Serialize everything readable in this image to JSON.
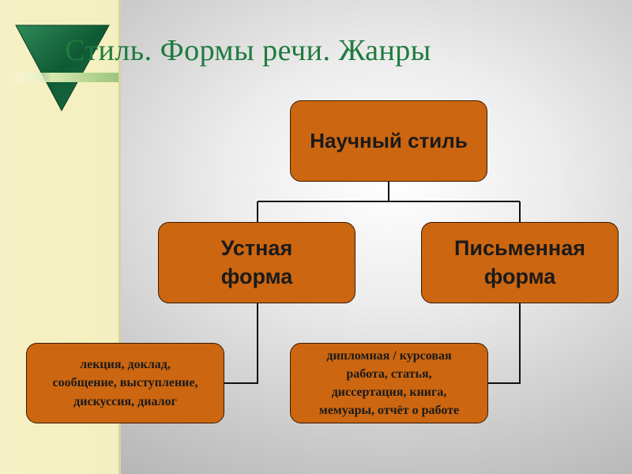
{
  "title": "Стиль. Формы речи. Жанры",
  "colors": {
    "box_fill": "#cc6610",
    "title_green": "#1f7a3e",
    "side_strip": "#f6f1c4"
  },
  "diagram": {
    "root": "Научный стиль",
    "left_form": {
      "line1": "Устная",
      "line2": "форма"
    },
    "right_form": {
      "line1": "Письменная",
      "line2": "форма"
    },
    "left_genres": {
      "line1": "лекция, доклад,",
      "line2": "сообщение, выступление,",
      "line3": "дискуссия, диалог"
    },
    "right_genres": {
      "line1": "дипломная / курсовая",
      "line2": "работа, статья,",
      "line3": "диссертация, книга,",
      "line4": "мемуары, отчёт о работе"
    }
  }
}
